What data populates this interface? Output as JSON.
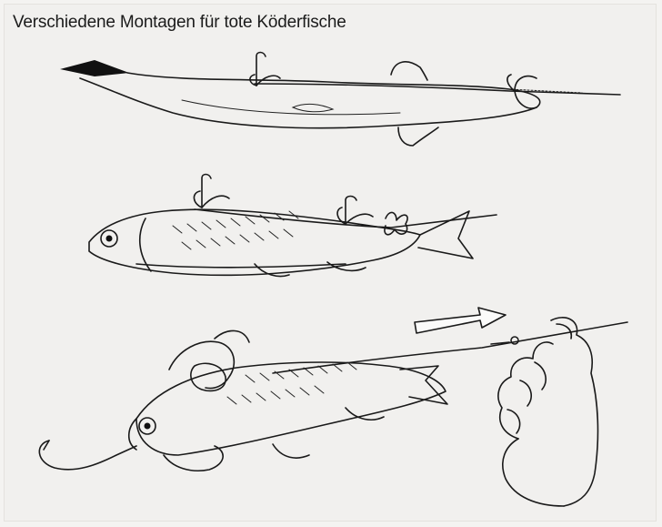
{
  "caption": "Verschiedene Montagen für tote Köderfische",
  "colors": {
    "paper": "#f1f0ee",
    "ink": "#1a1a1a"
  },
  "icons": [
    "fish-illustration",
    "treble-hook-icon",
    "single-hook-icon",
    "arrow-icon",
    "hand-illustration"
  ]
}
